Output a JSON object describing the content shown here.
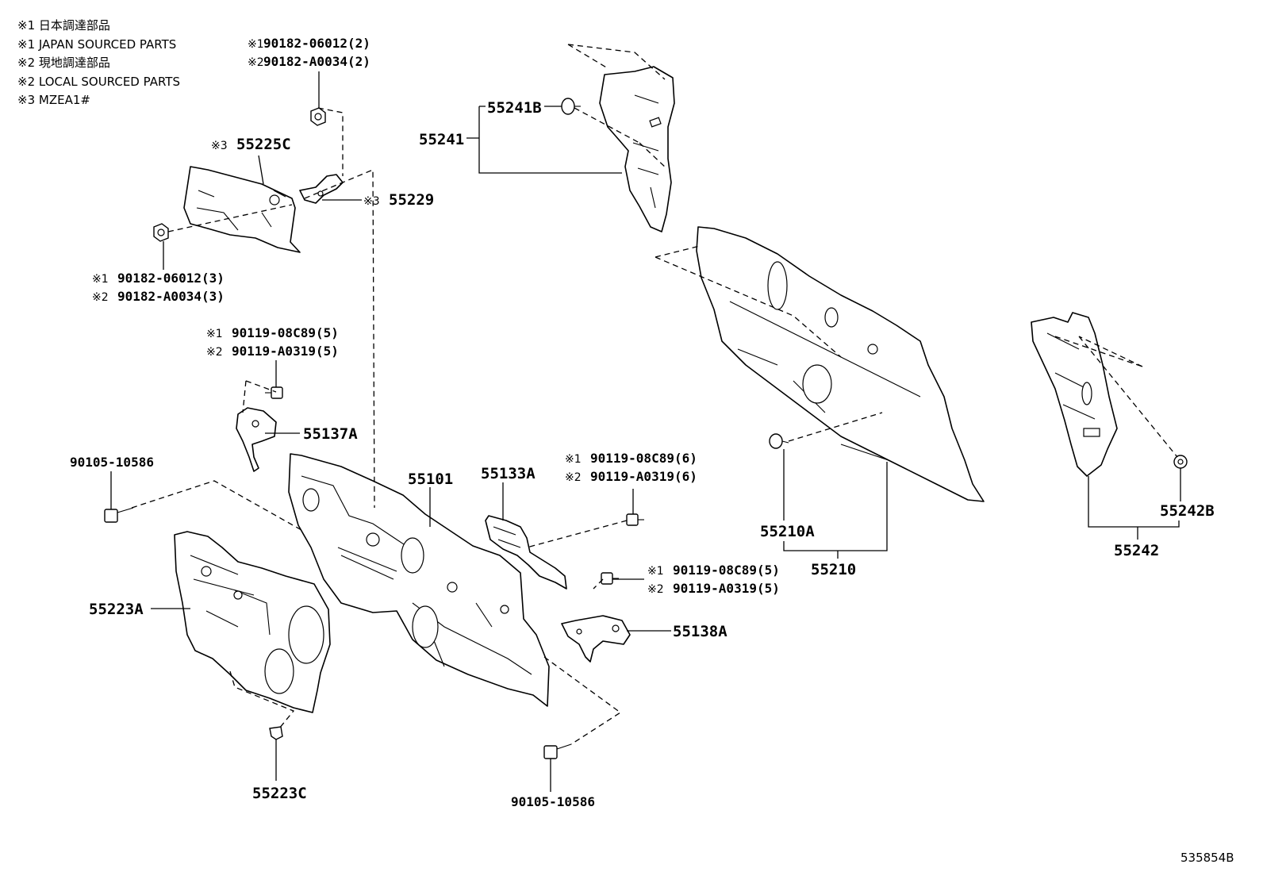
{
  "notes": [
    "※1 日本調達部品",
    "※1 JAPAN SOURCED PARTS",
    "※2 現地調達部品",
    "※2 LOCAL SOURCED PARTS",
    "※3 MZEA1#"
  ],
  "mark1": "※1",
  "mark2": "※2",
  "mark3": "※3",
  "labels": {
    "p90182_top_1": "90182-06012(2)",
    "p90182_top_2": "90182-A0034(2)",
    "p55225C": "55225C",
    "p55229": "55229",
    "p90182_left_1": "90182-06012(3)",
    "p90182_left_2": "90182-A0034(3)",
    "p90119_5a_1": "90119-08C89(5)",
    "p90119_5a_2": "90119-A0319(5)",
    "p55137A": "55137A",
    "p90105_left": "90105-10586",
    "p55101": "55101",
    "p55133A": "55133A",
    "p90119_6_1": "90119-08C89(6)",
    "p90119_6_2": "90119-A0319(6)",
    "p55223A": "55223A",
    "p90119_5b_1": "90119-08C89(5)",
    "p90119_5b_2": "90119-A0319(5)",
    "p55138A": "55138A",
    "p55223C": "55223C",
    "p90105_bottom": "90105-10586",
    "p55241B": "55241B",
    "p55241": "55241",
    "p55210A": "55210A",
    "p55210": "55210",
    "p55242B": "55242B",
    "p55242": "55242"
  },
  "diagram_ref": "535854B"
}
